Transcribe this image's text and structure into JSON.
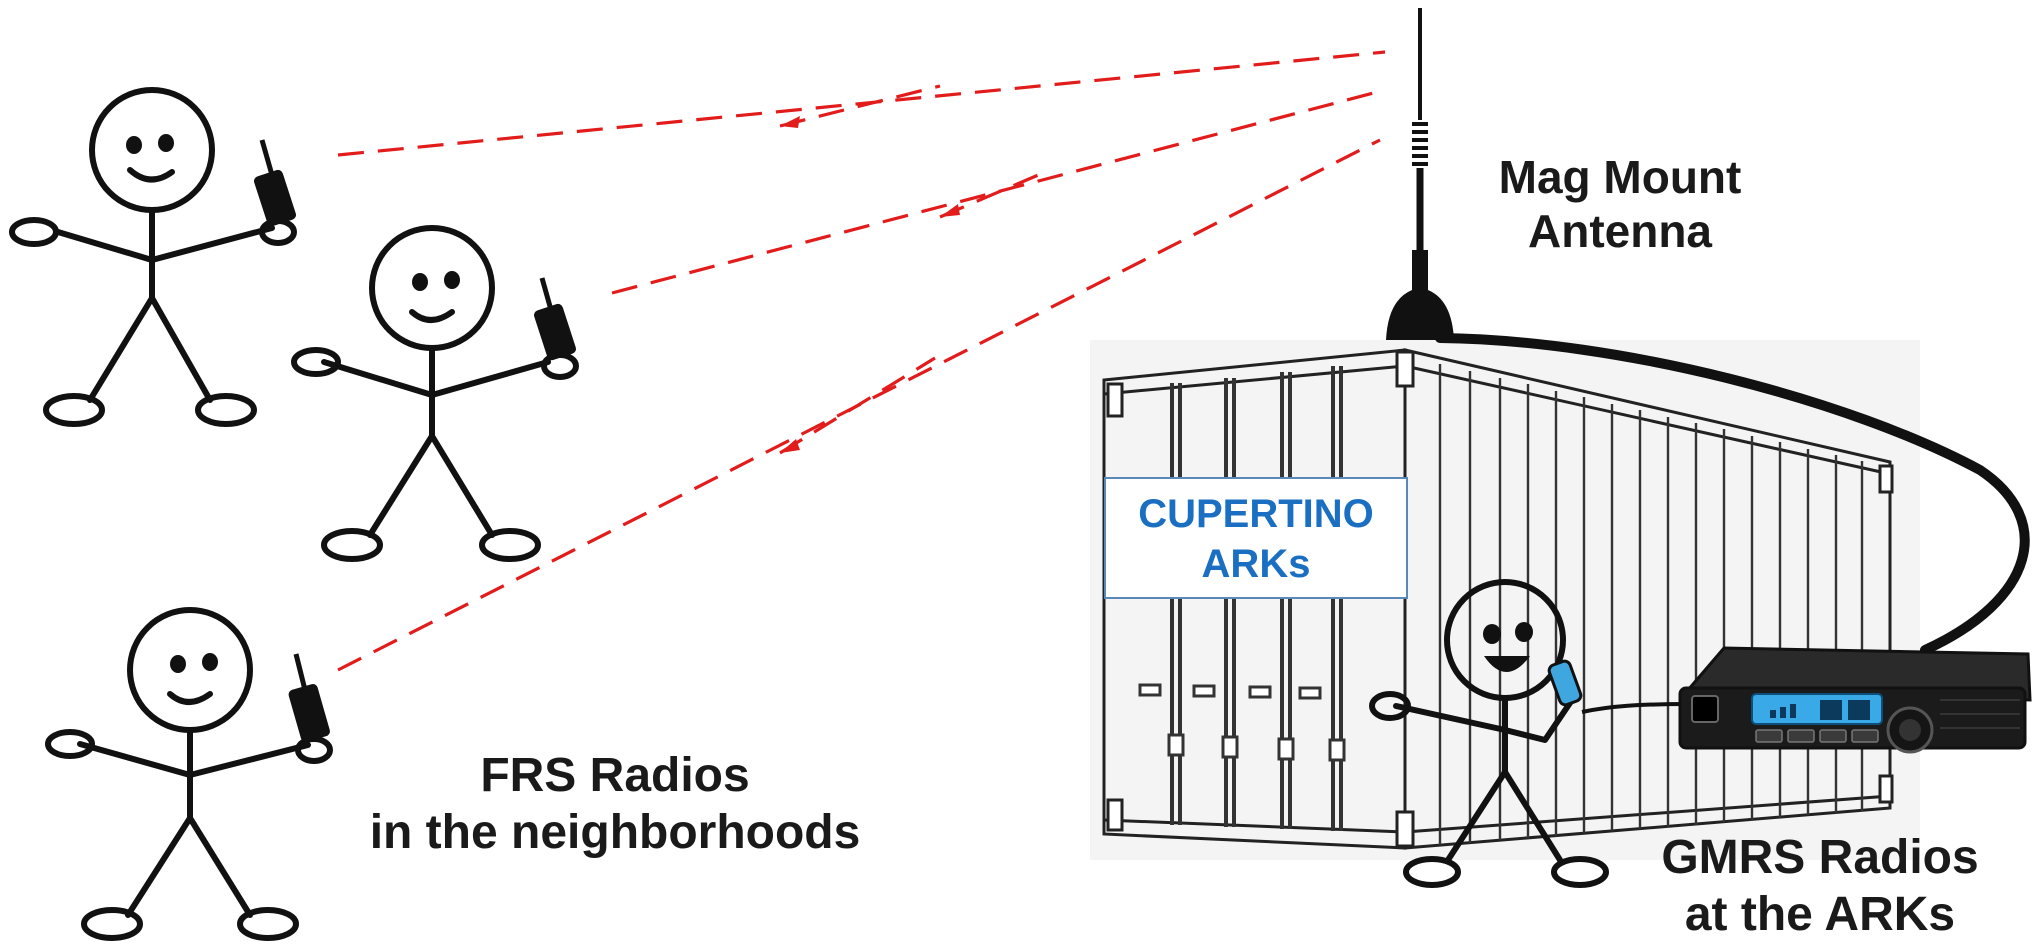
{
  "labels": {
    "antenna": [
      "Mag Mount",
      "Antenna"
    ],
    "frs": [
      "FRS Radios",
      "in the neighborhoods"
    ],
    "gmrs": [
      "GMRS Radios",
      "at the ARKs"
    ]
  },
  "sign": [
    "CUPERTINO",
    "ARKs"
  ],
  "colors": {
    "signal": "#e21b1b",
    "sign_text": "#1a6fc2",
    "stroke": "#111111",
    "radio_display": "#39a9e8"
  },
  "icons": {
    "figures": "stick-figure-icon",
    "handheld": "walkie-talkie-icon",
    "container": "shipping-container-icon",
    "antenna": "antenna-icon",
    "mobile_radio": "mobile-radio-icon"
  }
}
